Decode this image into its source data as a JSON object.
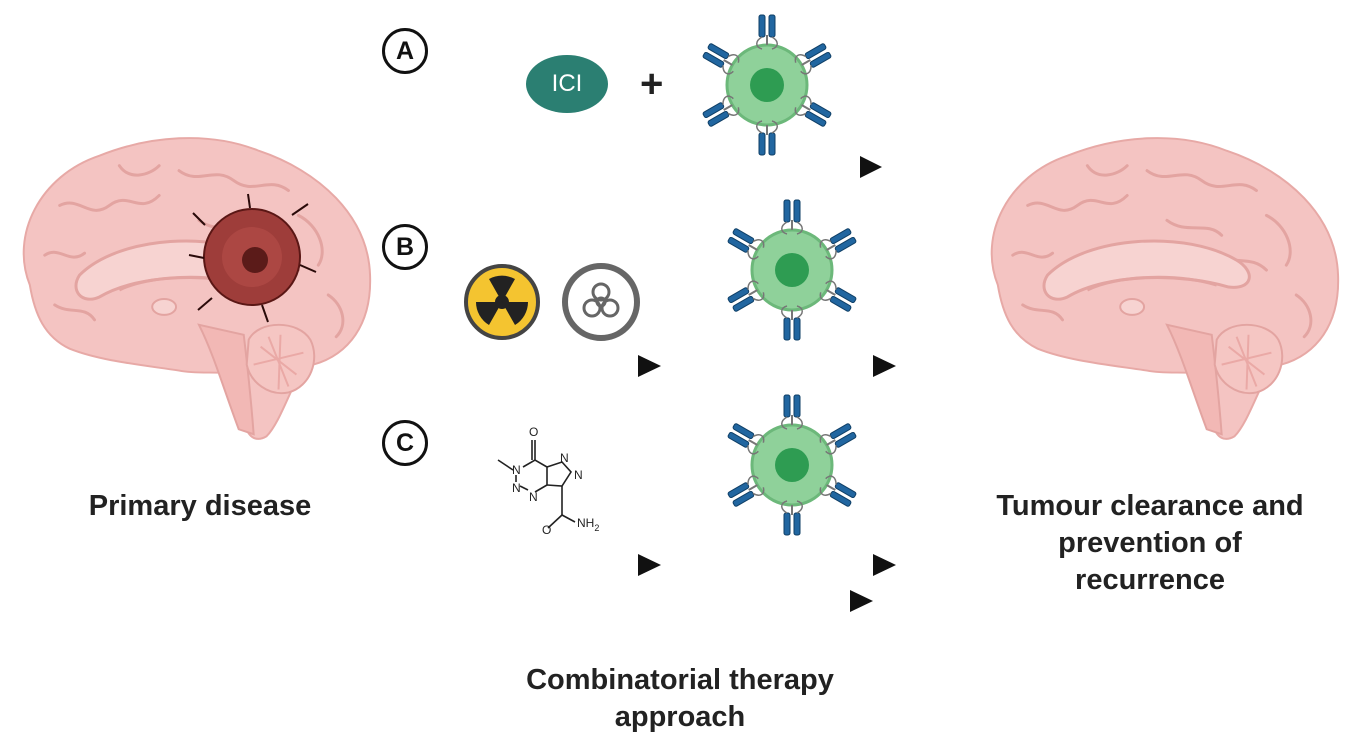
{
  "captions": {
    "left": "Primary disease",
    "right": "Tumour clearance and prevention of recurrence",
    "bottom": "Combinatorial therapy approach"
  },
  "markers": [
    "A",
    "B",
    "C"
  ],
  "ici_label": "ICI",
  "plus_sign": "+",
  "molecule_labels": {
    "oxygen": "O",
    "n1": "N",
    "n2": "N",
    "n3": "N",
    "n4": "N",
    "n5": "N",
    "amide": "NH2"
  },
  "icon_names": [
    "brain-with-tumour-icon",
    "healthy-brain-icon",
    "immune-cell-icon",
    "radiation-icon",
    "biohazard-icon",
    "molecule-icon",
    "arrow-icon"
  ],
  "colors": {
    "brain": "#f4c4c2",
    "tumour": "#8c2f2c",
    "ici": "#2b7f72",
    "cell_outer": "#8fd19a",
    "cell_nucleus": "#2e9c52",
    "receptor": "#2166a0",
    "radiation": "#f4c430"
  }
}
